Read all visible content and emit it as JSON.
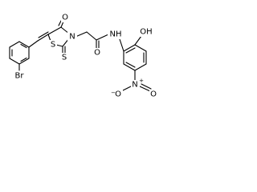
{
  "structure": {
    "colors": {
      "bond": "#000000",
      "text": "#000000",
      "background": "#ffffff"
    },
    "atoms": {
      "br": "Br",
      "o_ketone": "O",
      "s_ring": "S",
      "n_ring": "N",
      "s_thione": "S",
      "o_amide": "O",
      "nh": "NH",
      "oh": "OH",
      "n_nitro": "N",
      "n_nitro_charge": "+",
      "o_nitro_left": "O",
      "o_nitro_left_charge": "−",
      "o_nitro_right": "O"
    }
  }
}
